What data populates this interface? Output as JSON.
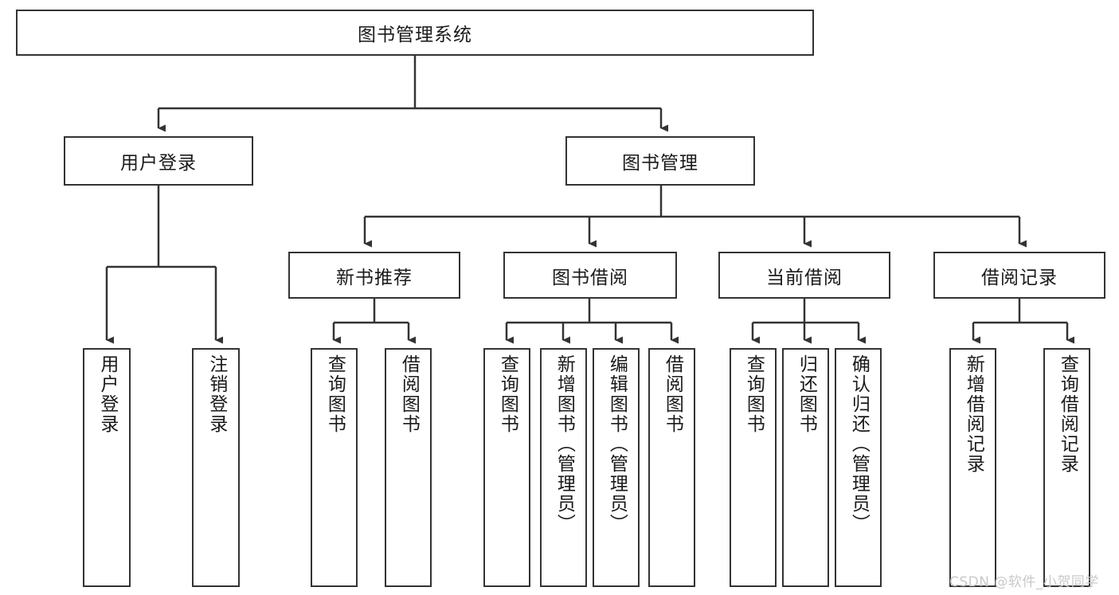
{
  "diagram": {
    "type": "tree-hierarchy",
    "title": "图书管理系统",
    "root": {
      "label": "图书管理系统"
    },
    "level2": [
      {
        "label": "用户登录"
      },
      {
        "label": "图书管理"
      }
    ],
    "level3": [
      {
        "label": "新书推荐"
      },
      {
        "label": "图书借阅"
      },
      {
        "label": "当前借阅"
      },
      {
        "label": "借阅记录"
      }
    ],
    "leaves": {
      "user_login": [
        {
          "label": "用户登录"
        },
        {
          "label": "注销登录"
        }
      ],
      "new_book_recommend": [
        {
          "label": "查询图书"
        },
        {
          "label": "借阅图书"
        }
      ],
      "book_borrow": [
        {
          "label": "查询图书"
        },
        {
          "label": "新增图书（管理员）"
        },
        {
          "label": "编辑图书（管理员）"
        },
        {
          "label": "借阅图书"
        }
      ],
      "current_borrow": [
        {
          "label": "查询图书"
        },
        {
          "label": "归还图书"
        },
        {
          "label": "确认归还（管理员）"
        }
      ],
      "borrow_record": [
        {
          "label": "新增借阅记录"
        },
        {
          "label": "查询借阅记录"
        }
      ]
    }
  },
  "watermark": {
    "text": "CSDN @软件_小贺同学"
  },
  "colors": {
    "box_border": "#333333",
    "box_fill": "#ffffff",
    "line": "#333333",
    "text": "#1a1a1a",
    "watermark": "#c9c9c9"
  }
}
